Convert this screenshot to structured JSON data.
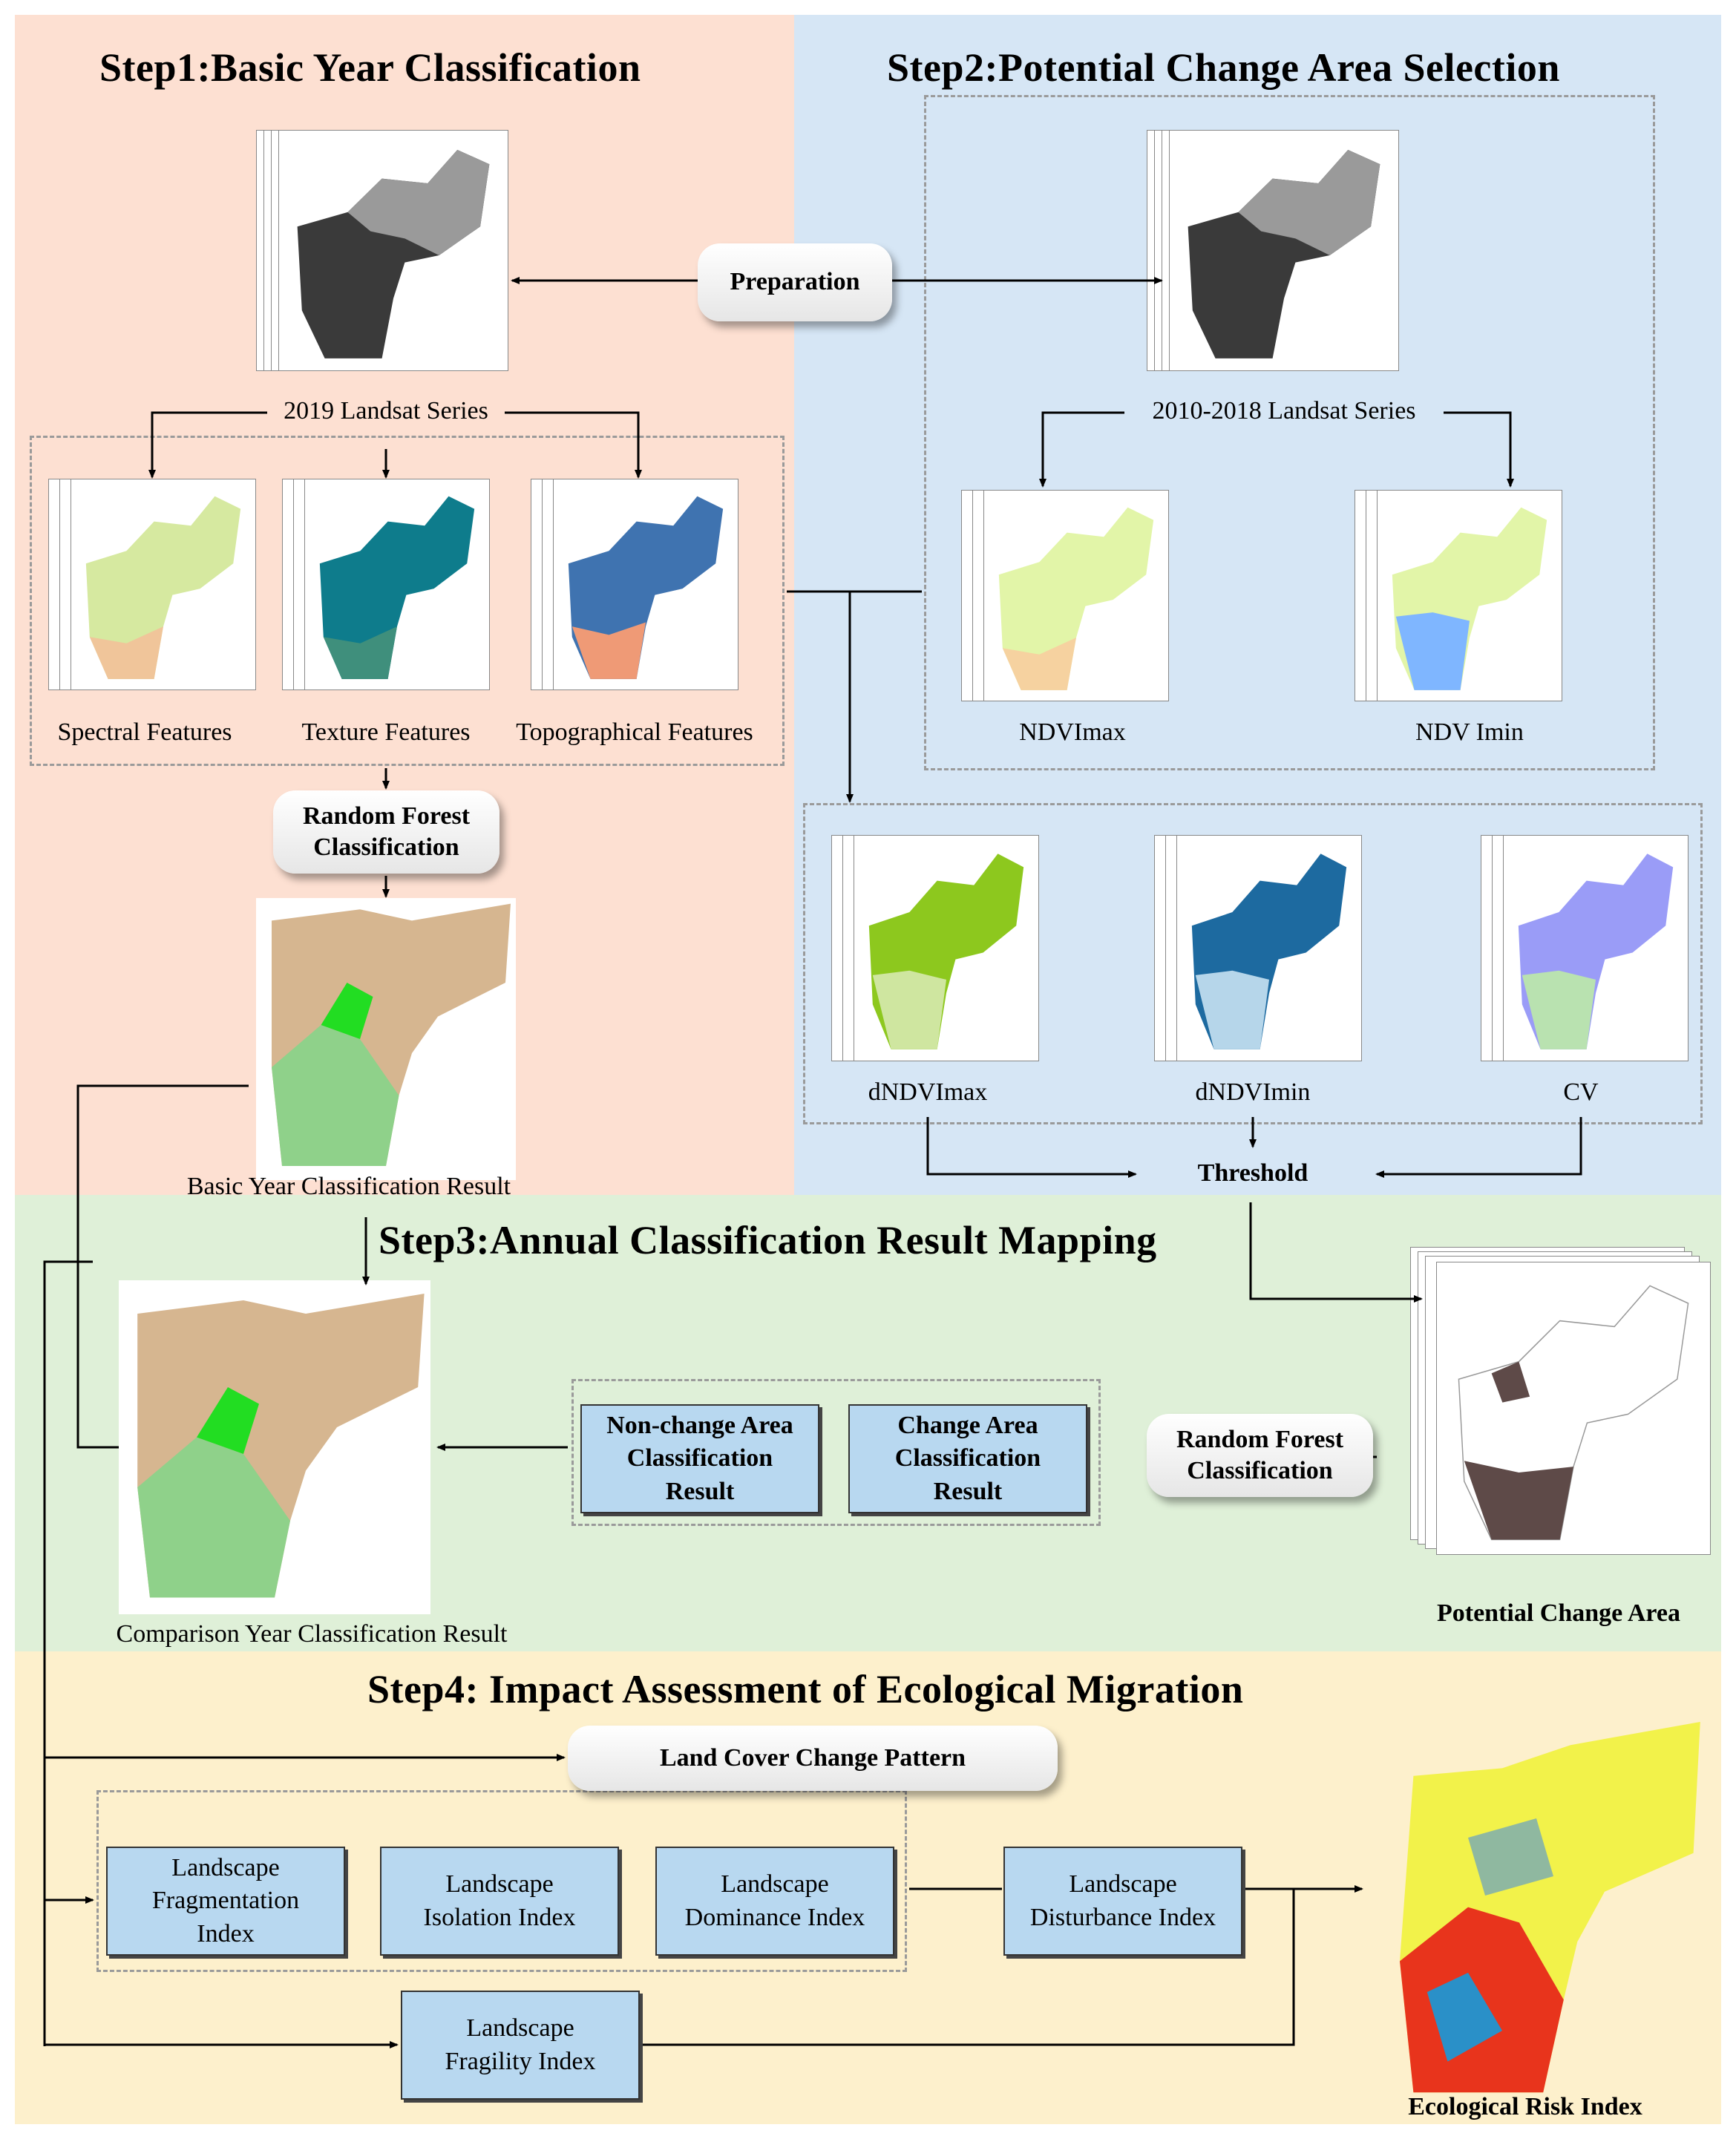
{
  "steps": {
    "step1": "Step1:Basic Year Classification",
    "step2": "Step2:Potential Change Area Selection",
    "step3": "Step3:Annual  Classification Result Mapping",
    "step4": "Step4: Impact Assessment of Ecological Migration"
  },
  "nodes": {
    "preparation": "Preparation",
    "series_2019": "2019 Landsat Series",
    "series_2010_2018": "2010-2018 Landsat Series",
    "spectral": "Spectral Features",
    "texture": "Texture Features",
    "topographical": "Topographical Features",
    "rf_classification_1": "Random Forest\nClassification",
    "basic_result": "Basic Year Classification Result",
    "ndvimax": "NDVImax",
    "ndvimin": "NDV Imin",
    "dndvimax": "dNDVImax",
    "dndvimin": "dNDVImin",
    "cv": "CV",
    "threshold": "Threshold",
    "potential_change_area": "Potential Change Area",
    "rf_classification_2": "Random Forest\nClassification",
    "change_area_result": "Change Area\nClassification\nResult",
    "non_change_area_result": "Non-change Area\nClassification\nResult",
    "comparison_result": "Comparison Year Classification Result",
    "land_cover_change": "Land Cover Change Pattern",
    "fragmentation": "Landscape\nFragmentation\nIndex",
    "isolation": "Landscape\nIsolation Index",
    "dominance": "Landscape\nDominance Index",
    "disturbance": "Landscape\nDisturbance Index",
    "fragility": "Landscape\nFragility Index",
    "ecological_risk": "Ecological Risk Index"
  },
  "colors": {
    "step1_bg": "#fde0d2",
    "step2_bg": "#d6e6f5",
    "step3_bg": "#dff0d8",
    "step4_bg": "#fdf0cc",
    "index_box": "#b8d8f0"
  }
}
